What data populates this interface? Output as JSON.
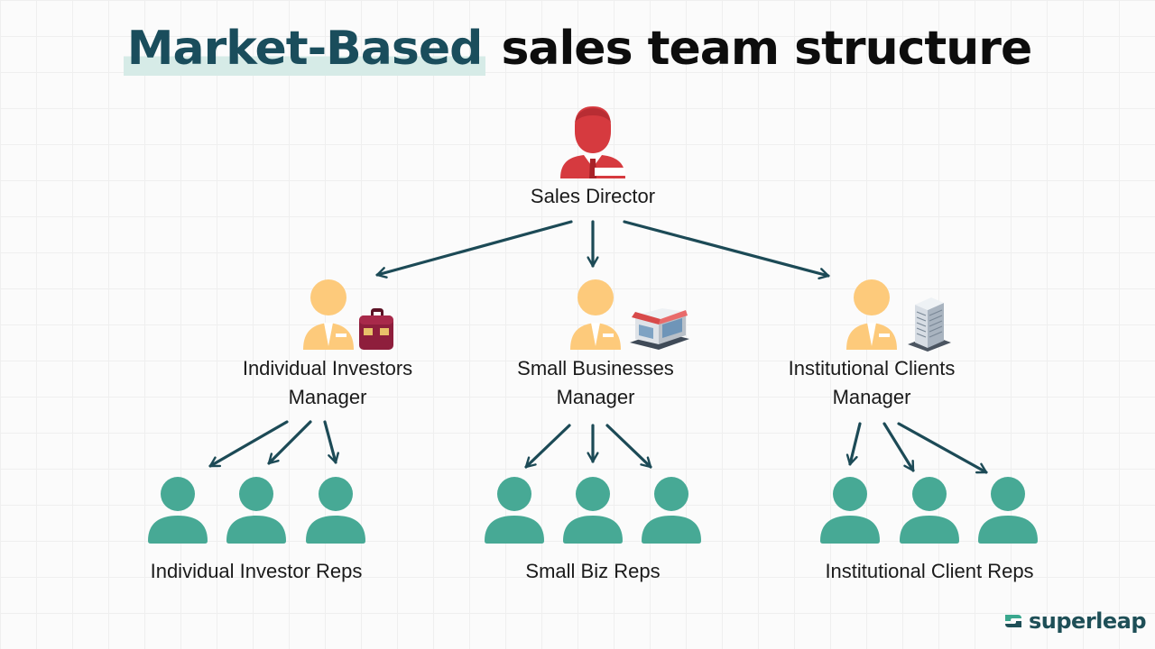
{
  "title": {
    "highlight": "Market-Based",
    "rest": "sales team structure"
  },
  "director": {
    "label": "Sales Director",
    "icon": "director-icon"
  },
  "managers": [
    {
      "line1": "Individual Investors",
      "line2": "Manager",
      "icon": "briefcase-icon"
    },
    {
      "line1": "Small Businesses",
      "line2": "Manager",
      "icon": "storefront-icon"
    },
    {
      "line1": "Institutional Clients",
      "line2": "Manager",
      "icon": "office-building-icon"
    }
  ],
  "reps": [
    {
      "label": "Individual Investor Reps"
    },
    {
      "label": "Small Biz Reps"
    },
    {
      "label": "Institutional Client Reps"
    }
  ],
  "brand": {
    "name": "superleap"
  },
  "colors": {
    "title_highlight": "#1a4d5c",
    "director": "#d63a3f",
    "manager": "#fdca7b",
    "rep": "#47a995",
    "arrow": "#1c4a56"
  }
}
